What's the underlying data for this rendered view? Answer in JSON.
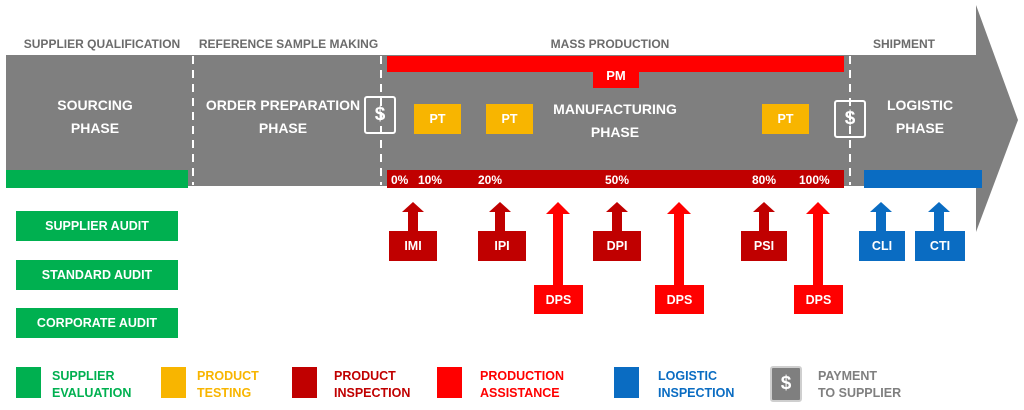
{
  "phase_headers": {
    "supplier_qualification": "SUPPLIER QUALIFICATION",
    "reference_sample": "REFERENCE SAMPLE MAKING",
    "mass_production": "MASS PRODUCTION",
    "shipment": "SHIPMENT"
  },
  "phases": {
    "sourcing": "SOURCING\nPHASE",
    "order": "ORDER PREPARATION\nPHASE",
    "manufacturing": "MANUFACTURING\nPHASE",
    "logistic": "LOGISTIC\nPHASE"
  },
  "pm_label": "PM",
  "pt_label": "PT",
  "dollar_symbol": "$",
  "percentages": [
    "0%",
    "10%",
    "20%",
    "50%",
    "80%",
    "100%"
  ],
  "inspections": {
    "imi": "IMI",
    "ipi": "IPI",
    "dpi": "DPI",
    "psi": "PSI",
    "dps": "DPS",
    "cli": "CLI",
    "cti": "CTI"
  },
  "audits": [
    "SUPPLIER AUDIT",
    "STANDARD AUDIT",
    "CORPORATE  AUDIT"
  ],
  "legend": {
    "supplier_evaluation": "SUPPLIER\nEVALUATION",
    "product_testing": "PRODUCT\nTESTING",
    "product_inspection": "PRODUCT\nINSPECTION",
    "production_assistance": "PRODUCTION\nASSISTANCE",
    "logistic_inspection": "LOGISTIC\nINSPECTION",
    "payment": "PAYMENT\nTO SUPPLIER"
  },
  "colors": {
    "gray_arrow": "#7f7f7f",
    "green": "#00b050",
    "yellow": "#f8b500",
    "dark_red": "#c00000",
    "red": "#ff0000",
    "blue": "#0a6cc2"
  }
}
